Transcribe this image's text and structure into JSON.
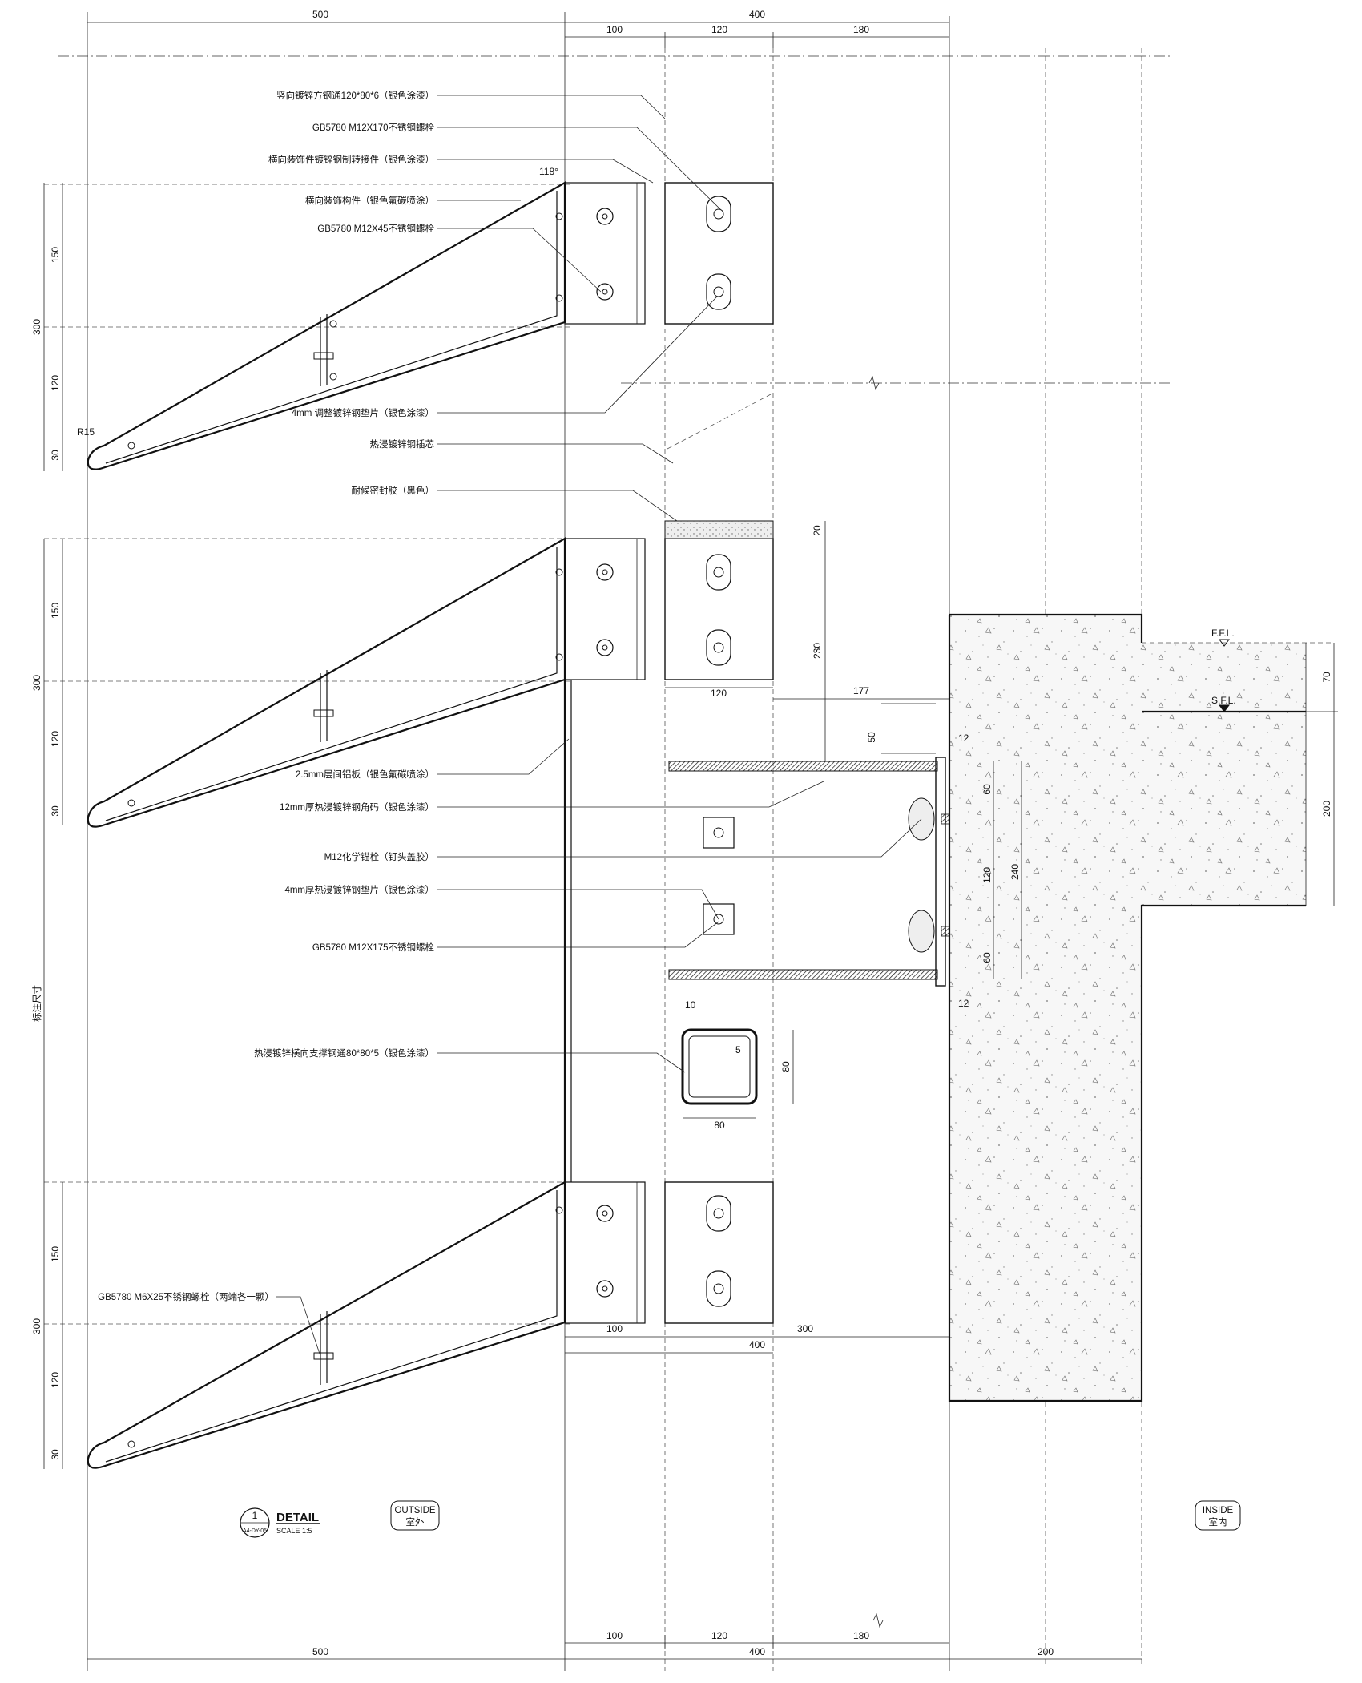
{
  "dims": {
    "top": {
      "a": "500",
      "b": "400",
      "c1": "100",
      "c2": "120",
      "c3": "180"
    },
    "bottom": {
      "a": "500",
      "b": "400",
      "c1": "100",
      "c2": "120",
      "c3": "180",
      "d": "200"
    },
    "left": {
      "n300": "300",
      "n150": "150",
      "n120": "120",
      "n30": "30",
      "floor": "标注尺寸"
    },
    "misc": {
      "r15": "R15",
      "angle": "118°",
      "d20": "20",
      "d230": "230",
      "d120": "120",
      "d177": "177",
      "d50": "50",
      "d12a": "12",
      "d12b": "12",
      "d60a": "60",
      "d60b": "60",
      "d240": "240",
      "d120v": "120",
      "d70": "70",
      "d200": "200",
      "d10": "10",
      "d5": "5",
      "d80v": "80",
      "d80h": "80",
      "d100": "100",
      "d400": "400",
      "d300": "300"
    }
  },
  "labels": {
    "l1": "竖向镀锌方钢通120*80*6（银色涂漆）",
    "l2": "GB5780 M12X170不锈钢螺栓",
    "l3": "横向装饰件镀锌钢制转接件（银色涂漆）",
    "l4": "横向装饰构件（银色氟碳喷涂）",
    "l5": "GB5780 M12X45不锈钢螺栓",
    "l6": "4mm 调整镀锌钢垫片（银色涂漆）",
    "l7": "热浸镀锌钢插芯",
    "l8": "耐候密封胶（黑色）",
    "l9": "2.5mm层间铝板（银色氟碳喷涂）",
    "l10": "12mm厚热浸镀锌钢角码（银色涂漆）",
    "l11": "M12化学锚栓（钉头盖胶）",
    "l12": "4mm厚热浸镀锌钢垫片（银色涂漆）",
    "l13": "GB5780 M12X175不锈钢螺栓",
    "l14": "热浸镀锌横向支撑钢通80*80*5（银色涂漆）",
    "l15": "GB5780 M6X25不锈钢螺栓（两端各一颗）"
  },
  "levels": {
    "ffl": "F.F.L.",
    "sfl": "S.F.L."
  },
  "detail": {
    "number": "1",
    "ref": "A4-DY-05",
    "title": "DETAIL",
    "scale": "SCALE 1:5"
  },
  "zones": {
    "outside_en": "OUTSIDE",
    "outside_cn": "室外",
    "inside_en": "INSIDE",
    "inside_cn": "室内"
  }
}
